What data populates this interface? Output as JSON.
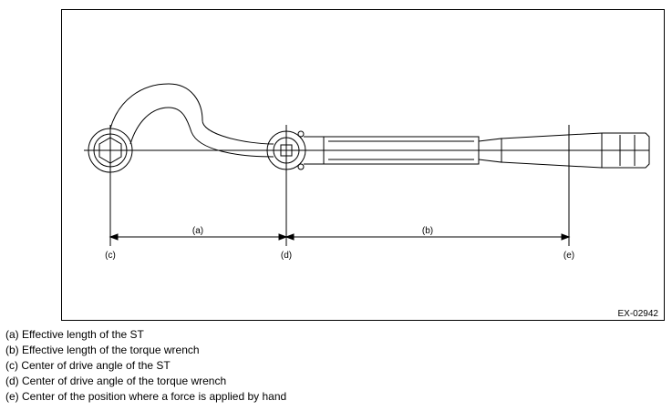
{
  "diagram": {
    "code": "EX-02942",
    "dimensions": [
      {
        "label": "(a)"
      },
      {
        "label": "(b)"
      }
    ],
    "points": [
      {
        "label": "(c)"
      },
      {
        "label": "(d)"
      },
      {
        "label": "(e)"
      }
    ]
  },
  "legend": [
    "(a) Effective length of the ST",
    "(b) Effective length of the torque wrench",
    "(c) Center of drive angle of the ST",
    "(d) Center of drive angle of the torque wrench",
    "(e) Center of the position where a force is applied by hand"
  ]
}
